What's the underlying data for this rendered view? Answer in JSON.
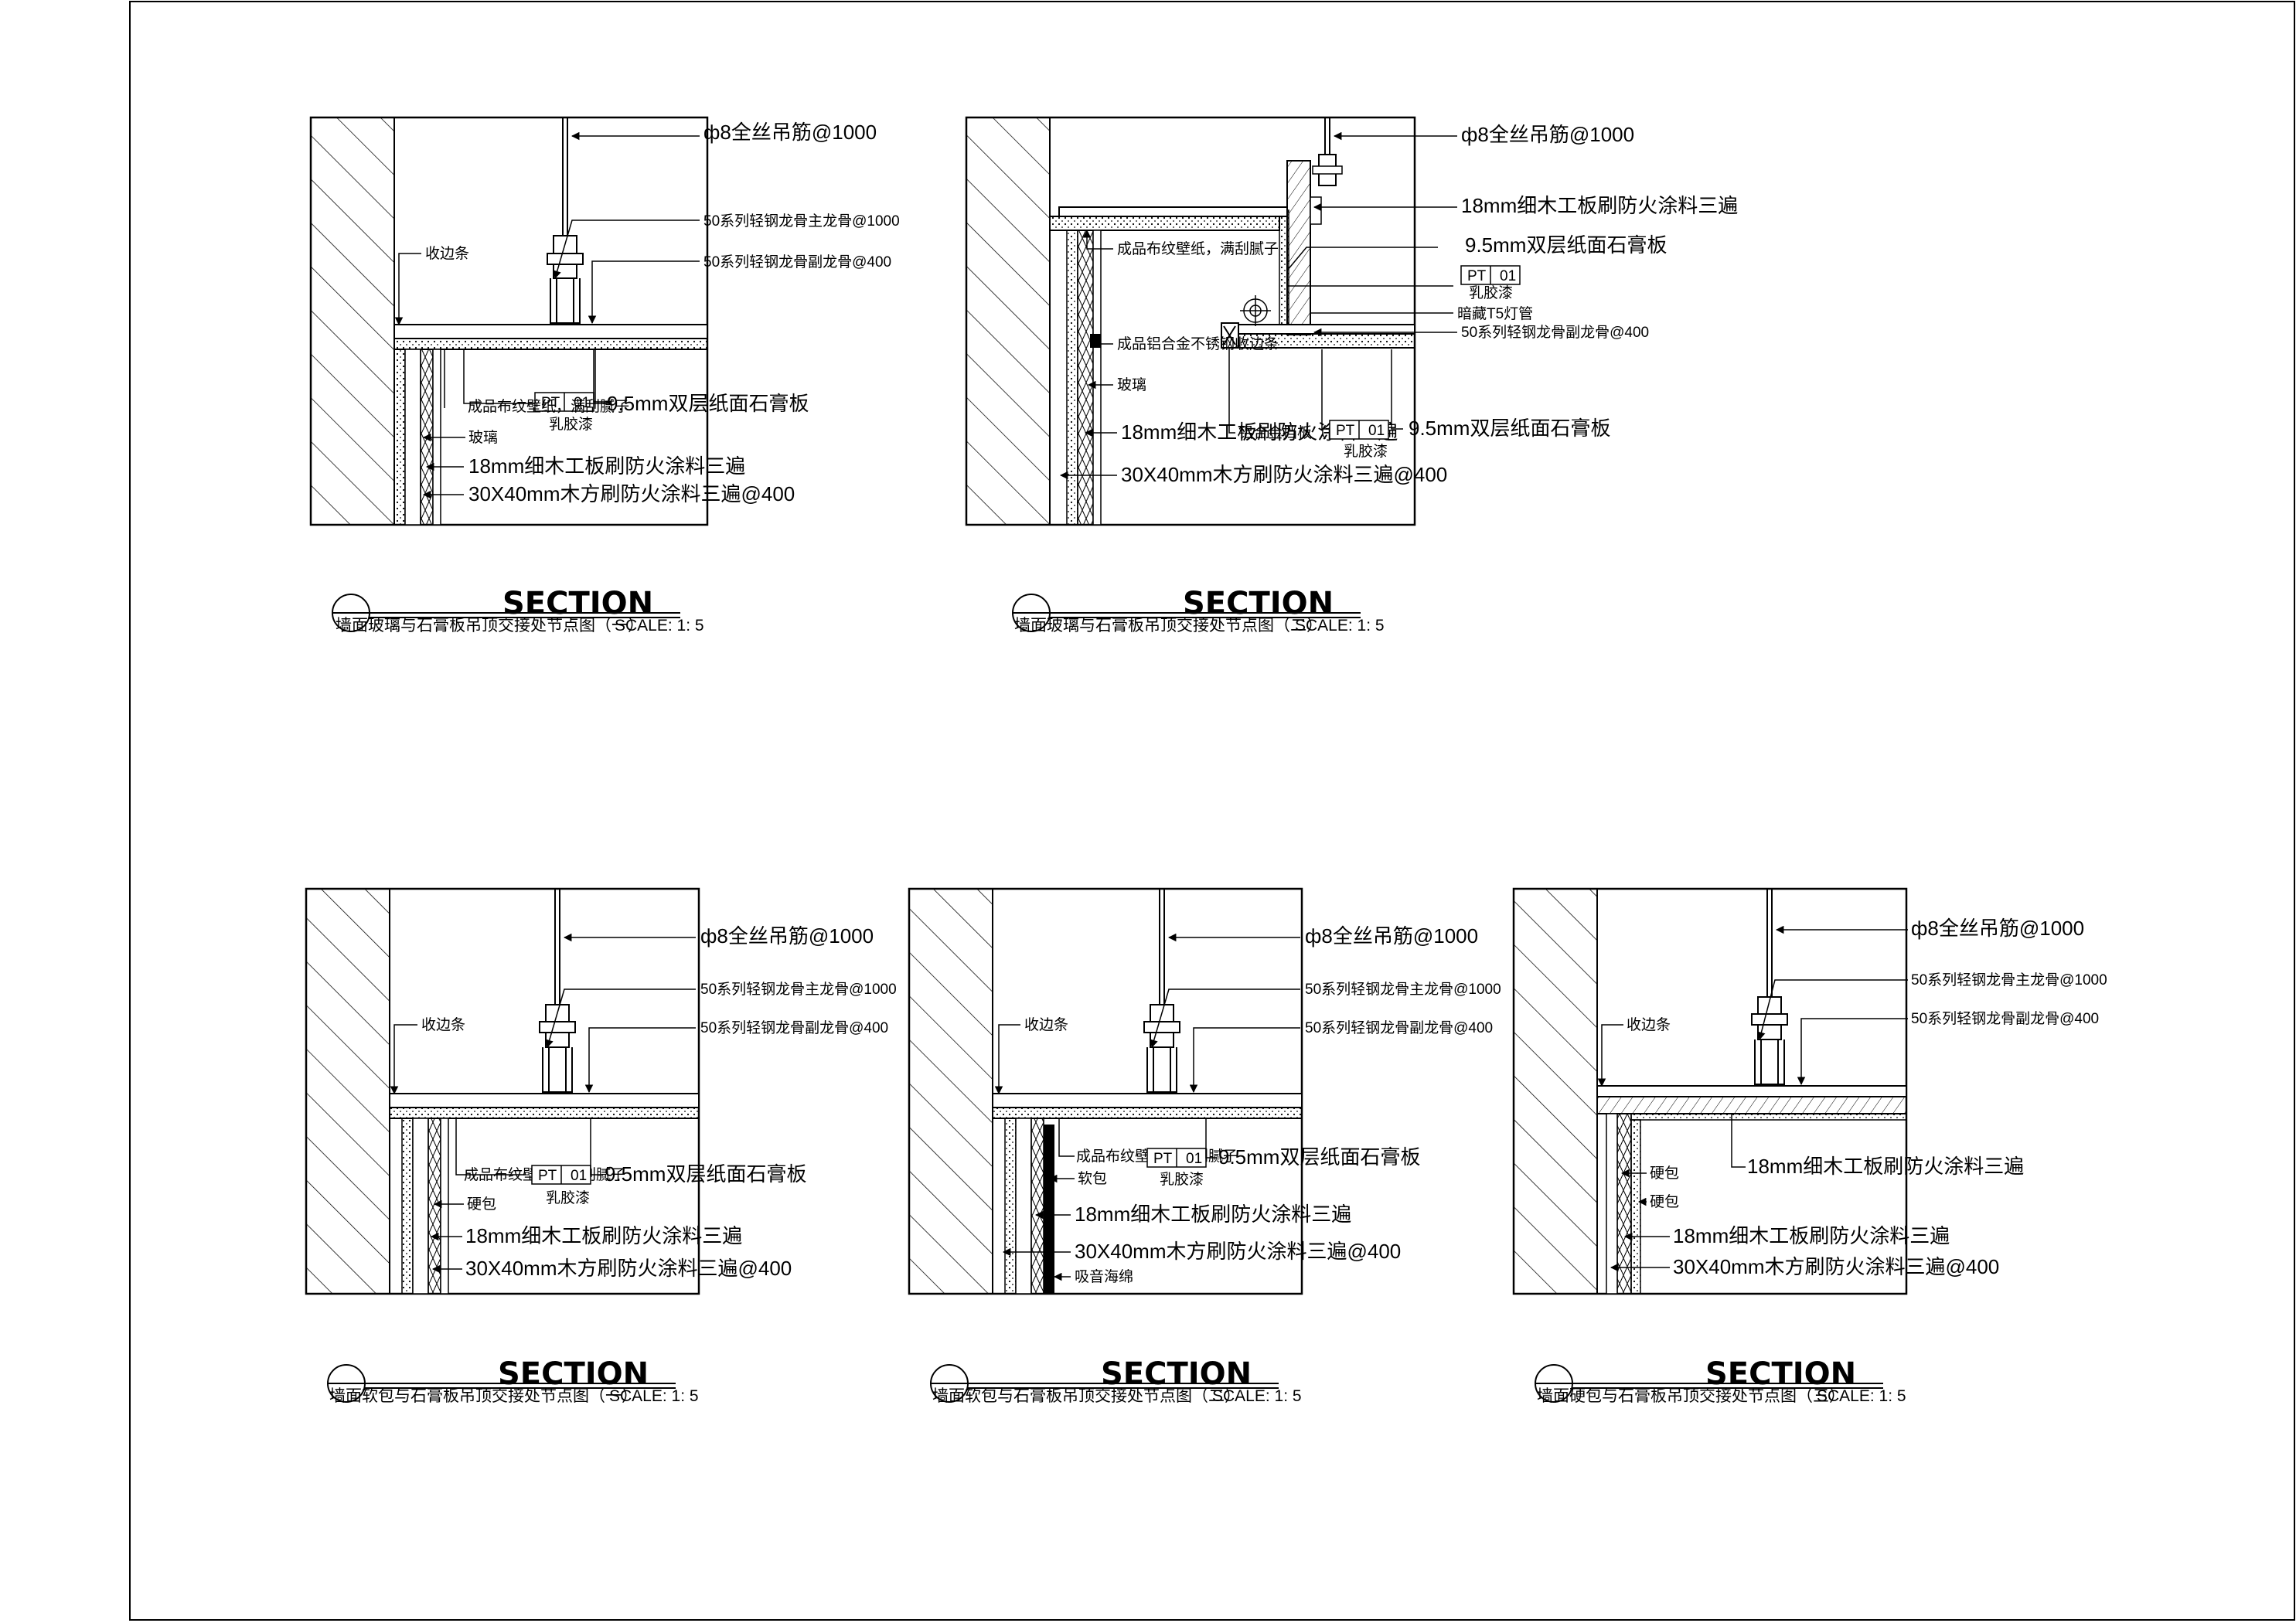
{
  "common": {
    "hanger": "ф8全丝吊筋@1000",
    "main_keel": "50系列轻钢龙骨主龙骨@1000",
    "sec_keel": "50系列轻钢龙骨副龙骨@400",
    "gypsum": "9.5mm双层纸面石膏板",
    "pt": "PT",
    "pt_num": "01",
    "latex": "乳胶漆",
    "plywood": "18mm细木工板刷防火涂料三遍",
    "batten": "30X40mm木方刷防火涂料三遍@400",
    "stop": "收边条",
    "putty": "成品布纹壁纸，满刮腻子",
    "section": "SECTION",
    "scale": "SCALE: 1: 5"
  },
  "details": [
    {
      "wall_label": "玻璃",
      "title": "墙面玻璃与石膏板吊顶交接处节点图（一）"
    },
    {
      "fix_label": "成品铝合金不锈钢收边条",
      "wall_label": "玻璃",
      "light": "暗藏T5灯管",
      "light_trim": "铝合金挡板（白色）",
      "title": "墙面玻璃与石膏板吊顶交接处节点图（二）"
    },
    {
      "wall_label": "硬包",
      "title": "墙面软包与石膏板吊顶交接处节点图（一）"
    },
    {
      "wall_label": "软包",
      "foam": "吸音海绵",
      "title": "墙面软包与石膏板吊顶交接处节点图（二）"
    },
    {
      "wall_label": "硬包",
      "title": "墙面硬包与石膏板吊顶交接处节点图（三）"
    }
  ]
}
